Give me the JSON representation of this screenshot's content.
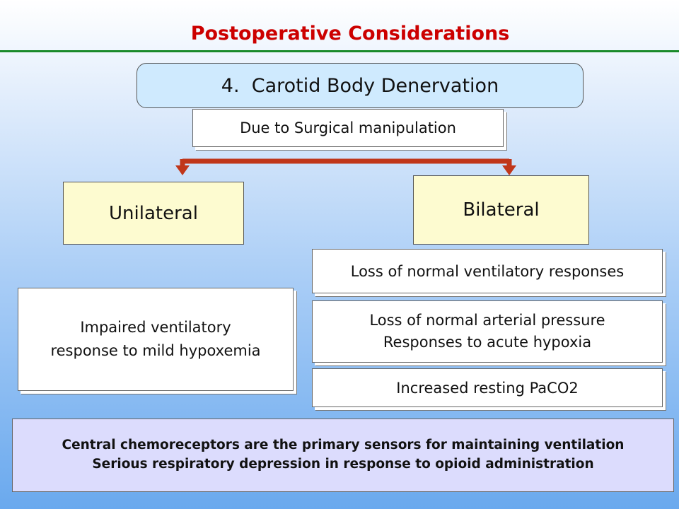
{
  "title": "Postoperative Considerations",
  "header": {
    "number": "4.",
    "text": "Carotid Body Denervation"
  },
  "cause": "Due to Surgical manipulation",
  "branches": {
    "left": {
      "label": "Unilateral",
      "effect": [
        "Impaired ventilatory",
        "response to mild hypoxemia"
      ]
    },
    "right": {
      "label": "Bilateral",
      "effects": [
        {
          "lines": [
            "Loss of normal ventilatory responses"
          ]
        },
        {
          "lines": [
            "Loss of normal arterial pressure",
            "Responses to acute hypoxia"
          ]
        },
        {
          "lines": [
            "Increased resting PaCO2"
          ]
        }
      ]
    }
  },
  "note": [
    "Central chemoreceptors are the primary sensors for maintaining ventilation",
    "Serious respiratory depression in response to opioid administration"
  ],
  "colors": {
    "title": "#cc0000",
    "rule": "#1a8a2a",
    "arrow": "#c0361a",
    "header_fill": "#cfeafe",
    "yellow_fill": "#fdfbd0",
    "note_fill": "#dcdcfd"
  }
}
